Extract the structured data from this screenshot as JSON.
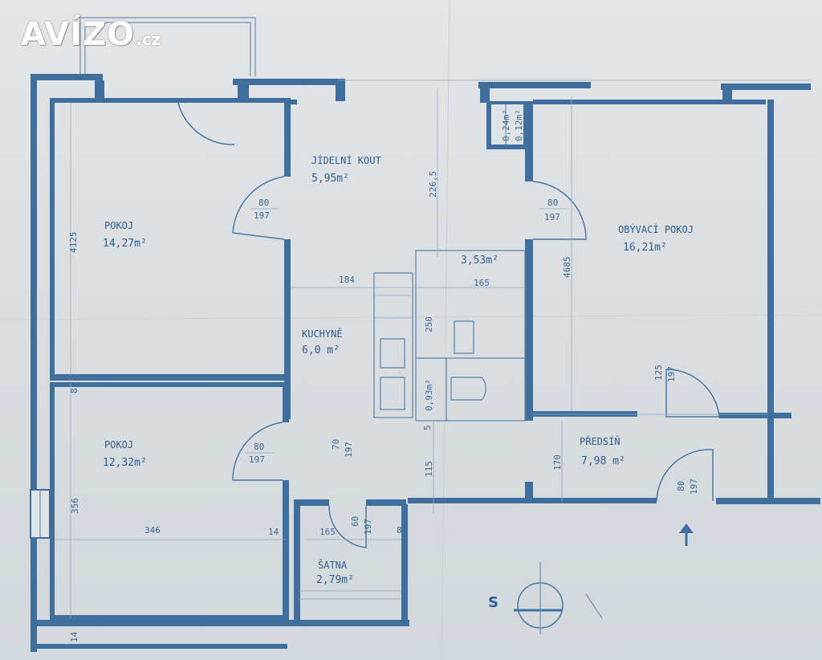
{
  "logo": {
    "main": "AVÍZO",
    "tld": ".cz"
  },
  "rooms": {
    "bedroom1": {
      "name": "POKOJ",
      "area": "14,27m²"
    },
    "dining": {
      "name": "JÍDELNÍ KOUT",
      "area": "5,95m²"
    },
    "living": {
      "name": "OBÝVACÍ POKOJ",
      "area": "16,21m²"
    },
    "kitchen": {
      "name": "KUCHYNĚ",
      "area": "6,0 m²"
    },
    "bedroom2": {
      "name": "POKOJ",
      "area": "12,32m²"
    },
    "hall": {
      "name": "PŘEDSÍŇ",
      "area": "7,98 m²"
    },
    "closet": {
      "name": "ŠATNA",
      "area": "2,79m²"
    },
    "bath": {
      "area": "3,53m²"
    },
    "wc": {
      "area": "0,93m²"
    },
    "niche1": {
      "area": "0,24m²"
    },
    "niche2": {
      "area": "0,12m²"
    }
  },
  "dims": {
    "d425": "4125",
    "d2265": "226,5",
    "d4685": "4685",
    "d184": "184",
    "d165a": "165",
    "d250": "250",
    "d356": "356",
    "d346": "346",
    "d14a": "14",
    "d115": "115",
    "d170": "170",
    "d165b": "165",
    "d8": "8",
    "d14b": "14",
    "d5": "5",
    "d8b": "8"
  },
  "doors": {
    "dw1": "80",
    "dh1": "197",
    "dw2": "80",
    "dh2": "197",
    "dw3": "80",
    "dh3": "197",
    "dw4": "70",
    "dh4": "197",
    "dw5": "60",
    "dh5": "197",
    "dw6": "80",
    "dh6": "197",
    "dw7": "125",
    "dh7": "197"
  },
  "compass": {
    "label": "S"
  }
}
